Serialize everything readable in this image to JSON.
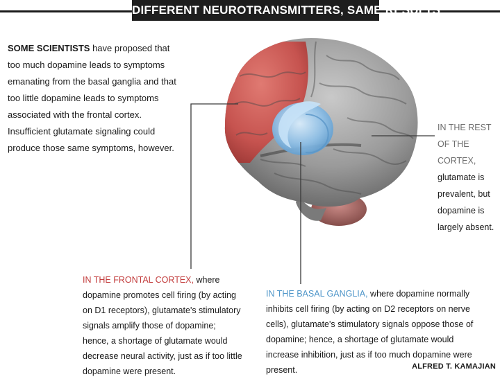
{
  "title": "DIFFERENT NEUROTRANSMITTERS, SAME RESULTS",
  "intro": {
    "lead": "SOME SCIENTISTS",
    "text": " have proposed that too much dopamine leads to symptoms emanating from the basal ganglia and that too little dopamine leads to symptoms associated with the frontal cortex. Insufficient glutamate signaling could produce those same symptoms, however."
  },
  "rest_of_cortex": {
    "label": "IN THE REST OF THE CORTEX,",
    "text": " glutamate is prevalent, but dopamine is largely absent."
  },
  "frontal_cortex": {
    "label": "IN THE FRONTAL CORTEX,",
    "text": " where dopamine promotes cell firing (by acting on D1 receptors), glutamate's stimulatory signals amplify those of dopamine; hence, a shortage of glutamate would decrease neural activity, just as if too little dopamine were present."
  },
  "basal_ganglia": {
    "label": "IN THE BASAL GANGLIA,",
    "text": " where dopamine normally inhibits cell firing (by acting on D2 receptors on nerve cells), glutamate's stimulatory signals oppose those of dopamine; hence, a shortage of glutamate would increase inhibition, just as if too much dopamine were present."
  },
  "credit": "ALFRED T. KAMAJIAN",
  "colors": {
    "frontal": "#c6534f",
    "basal": "#8ebfe6",
    "cortex": "#8c8c8c",
    "title_bg": "#1e1e1e"
  }
}
